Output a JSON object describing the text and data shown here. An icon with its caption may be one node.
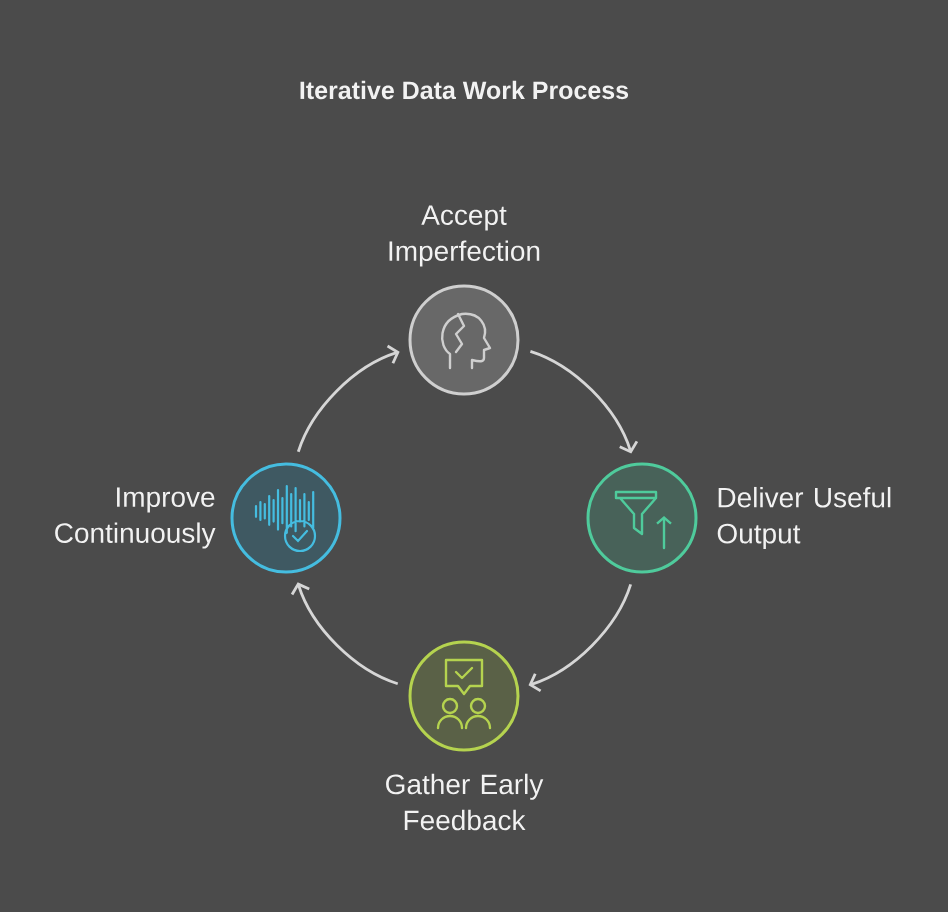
{
  "diagram": {
    "title": "Iterative Data Work Process",
    "nodes": [
      {
        "text": [
          "Accept Imperfection"
        ]
      },
      {
        "text": [
          "Improve Continuously"
        ]
      },
      {
        "text": [
          "Deliver Useful Output"
        ]
      },
      {
        "text": [
          "Gather Early Feedback"
        ]
      }
    ],
    "edges": [
      {
        "from": 0,
        "to": 2,
        "arrow": "to"
      },
      {
        "from": 2,
        "to": 3,
        "arrow": "to"
      },
      {
        "from": 3,
        "to": 1,
        "arrow": "to"
      },
      {
        "from": 1,
        "to": 0,
        "arrow": "to"
      }
    ]
  }
}
